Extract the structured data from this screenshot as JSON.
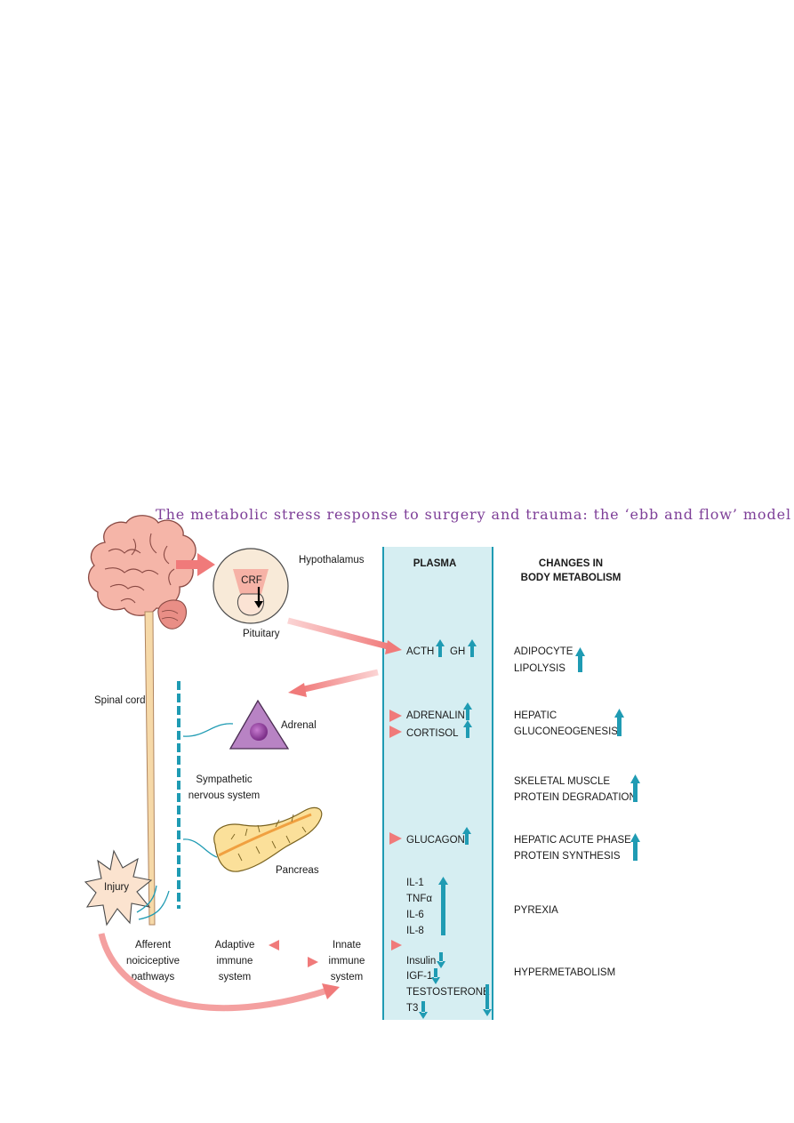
{
  "title": "The metabolic stress response to surgery and trauma: the ‘ebb and flow’ model",
  "labels": {
    "hypothalamus": "Hypothalamus",
    "crf": "CRF",
    "pituitary": "Pituitary",
    "spinal_cord": "Spinal cord",
    "adrenal": "Adrenal",
    "sympathetic_1": "Sympathetic",
    "sympathetic_2": "nervous system",
    "pancreas": "Pancreas",
    "injury": "Injury",
    "afferent_1": "Afferent",
    "afferent_2": "noiciceptive",
    "afferent_3": "pathways",
    "adaptive_1": "Adaptive",
    "adaptive_2": "immune",
    "adaptive_3": "system",
    "innate_1": "Innate",
    "innate_2": "immune",
    "innate_3": "system"
  },
  "plasma": {
    "header": "PLASMA",
    "items": {
      "acth": "ACTH",
      "gh": "GH",
      "adrenalin": "ADRENALIN",
      "cortisol": "CORTISOL",
      "glucagon": "GLUCAGON",
      "il1": "IL-1",
      "tnf": "TNFα",
      "il6": "IL-6",
      "il8": "IL-8",
      "insulin": "Insulin",
      "igf1": "IGF-1",
      "testosterone": "TESTOSTERONE",
      "t3": "T3"
    }
  },
  "changes": {
    "header_1": "CHANGES IN",
    "header_2": "BODY METABOLISM",
    "items": {
      "adipocyte_1": "ADIPOCYTE",
      "adipocyte_2": "LIPOLYSIS",
      "hepatic_1": "HEPATIC",
      "hepatic_2": "GLUCONEOGENESIS",
      "skeletal_1": "SKELETAL MUSCLE",
      "skeletal_2": "PROTEIN DEGRADATION",
      "acute_1": "HEPATIC ACUTE PHASE",
      "acute_2": "PROTEIN SYNTHESIS",
      "pyrexia": "PYREXIA",
      "hypermetabolism": "HYPERMETABOLISM"
    }
  },
  "colors": {
    "title": "#7e3f98",
    "plasma_fill": "#d6eef2",
    "plasma_border": "#1f9bb3",
    "arrow_pink": "#f08080",
    "teal_arrow": "#1f9bb3"
  }
}
